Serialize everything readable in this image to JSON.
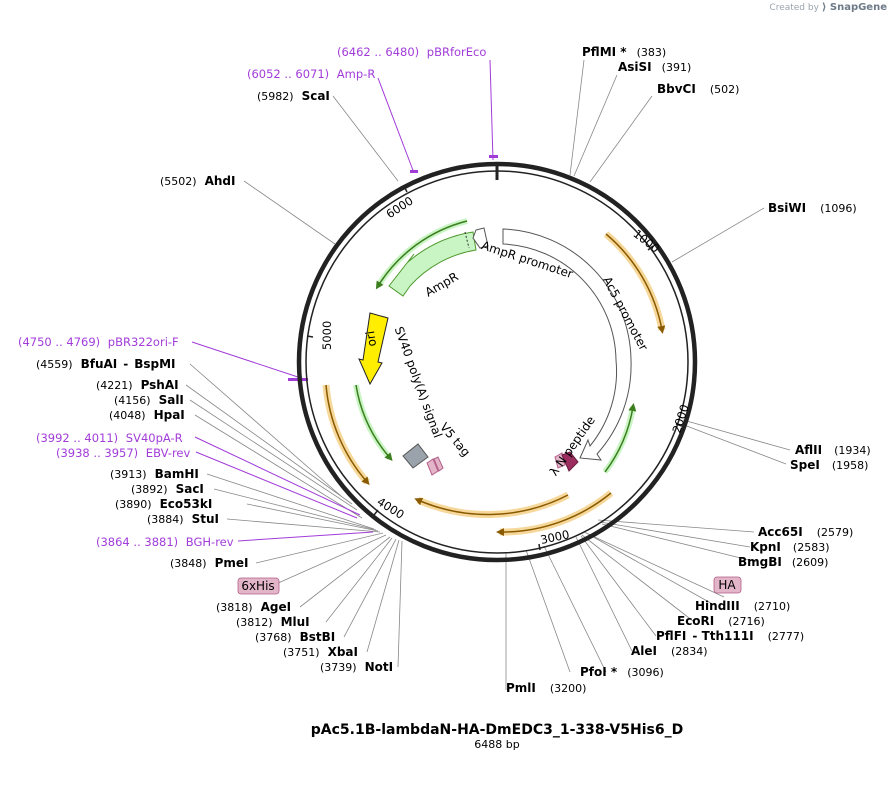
{
  "brand": {
    "prefix": "Created by",
    "name": "SnapGene"
  },
  "plasmid": {
    "name": "pAc5.1B-lambdaN-HA-DmEDC3_1-338-V5His6_D",
    "length_label": "6488 bp",
    "length": 6488
  },
  "ticks": [
    "1000",
    "2000",
    "3000",
    "4000",
    "5000",
    "6000"
  ],
  "features": {
    "ampr_promoter": "AmpR promoter",
    "ampr": "AmpR",
    "ac5_promoter": "Ac5 promoter",
    "ori": "ori",
    "sv40": "SV40 poly(A) signal",
    "v5": "V5 tag",
    "lambda_n": "λ N peptide",
    "his": "6xHis",
    "ha": "HA"
  },
  "enzymes": {
    "pflmi": {
      "name": "PflMI *",
      "pos": "(383)"
    },
    "asisi": {
      "name": "AsiSI",
      "pos": "(391)"
    },
    "bbvci": {
      "name": "BbvCI",
      "pos": "(502)"
    },
    "bsiwi": {
      "name": "BsiWI",
      "pos": "(1096)"
    },
    "aflii": {
      "name": "AflII",
      "pos": "(1934)"
    },
    "spei": {
      "name": "SpeI",
      "pos": "(1958)"
    },
    "acc65i": {
      "name": "Acc65I",
      "pos": "(2579)"
    },
    "kpni": {
      "name": "KpnI",
      "pos": "(2583)"
    },
    "bmgbi": {
      "name": "BmgBI",
      "pos": "(2609)"
    },
    "hindiii": {
      "name": "HindIII",
      "pos": "(2710)"
    },
    "ecori": {
      "name": "EcoRI",
      "pos": "(2716)"
    },
    "pflfi": {
      "name": "PflFI",
      "sep": "-",
      "name2": "Tth111I",
      "pos": "(2777)"
    },
    "alei": {
      "name": "AleI",
      "pos": "(2834)"
    },
    "pfoi": {
      "name": "PfoI *",
      "pos": "(3096)"
    },
    "pmli": {
      "name": "PmlI",
      "pos": "(3200)"
    },
    "noti": {
      "name": "NotI",
      "pos": "(3739)"
    },
    "xbai": {
      "name": "XbaI",
      "pos": "(3751)"
    },
    "bstbi": {
      "name": "BstBI",
      "pos": "(3768)"
    },
    "mlui": {
      "name": "MluI",
      "pos": "(3812)"
    },
    "agei": {
      "name": "AgeI",
      "pos": "(3818)"
    },
    "pmei": {
      "name": "PmeI",
      "pos": "(3848)"
    },
    "stui": {
      "name": "StuI",
      "pos": "(3884)"
    },
    "eco53ki": {
      "name": "Eco53kI",
      "pos": "(3890)"
    },
    "saci": {
      "name": "SacI",
      "pos": "(3892)"
    },
    "bamhi": {
      "name": "BamHI",
      "pos": "(3913)"
    },
    "hpai": {
      "name": "HpaI",
      "pos": "(4048)"
    },
    "sali": {
      "name": "SalI",
      "pos": "(4156)"
    },
    "pshai": {
      "name": "PshAI",
      "pos": "(4221)"
    },
    "bfuai": {
      "name": "BfuAI",
      "sep": "-",
      "name2": "BspMI",
      "pos": "(4559)"
    },
    "ahdi": {
      "name": "AhdI",
      "pos": "(5502)"
    },
    "scai": {
      "name": "ScaI",
      "pos": "(5982)"
    }
  },
  "primers": {
    "pbrforeco": {
      "range": "(6462 .. 6480)",
      "name": "pBRforEco"
    },
    "ampr": {
      "range": "(6052 .. 6071)",
      "name": "Amp-R"
    },
    "pbr322ori": {
      "range": "(4750 .. 4769)",
      "name": "pBR322ori-F"
    },
    "sv40pa": {
      "range": "(3992 .. 4011)",
      "name": "SV40pA-R"
    },
    "ebv": {
      "range": "(3938 .. 3957)",
      "name": "EBV-rev"
    },
    "bgh": {
      "range": "(3864 .. 3881)",
      "name": "BGH-rev"
    }
  },
  "colors": {
    "backbone": "#222222",
    "primer": "#a13cd9",
    "orf": "#f3b23d",
    "ampr_fill": "#c9f5c4",
    "ampr_stroke": "#4f9a2e",
    "ori_fill": "#ffee00",
    "tag_fill": "#e3b5c9",
    "tag_stroke": "#b35d87",
    "lambda_fill": "#9b2e5f",
    "sv40_fill": "#9aa2ab"
  }
}
